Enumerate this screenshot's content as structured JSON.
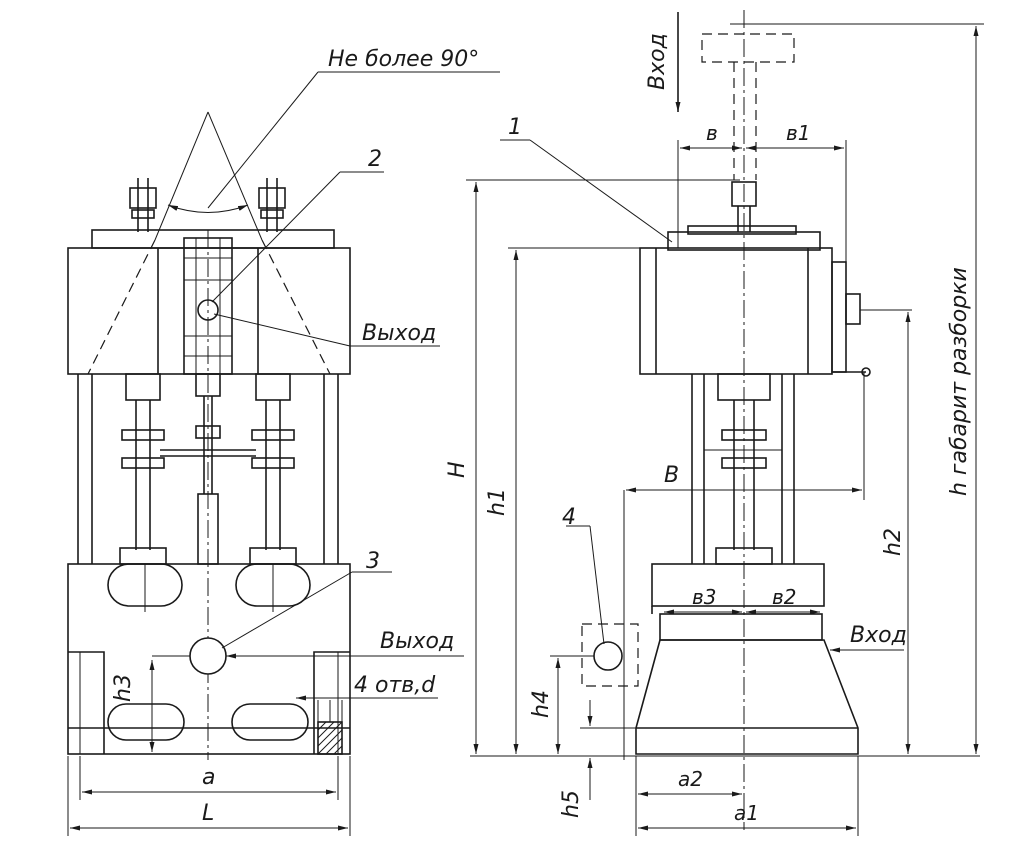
{
  "labels": {
    "angle_note": "Не более 90°",
    "callout_1": "1",
    "callout_2": "2",
    "callout_3": "3",
    "callout_4": "4",
    "outlet_top": "Выход",
    "outlet_side": "Выход",
    "inlet_top": "Вход",
    "inlet_side": "Вход",
    "holes": "4 отв,d",
    "dim_a": "a",
    "dim_L": "L",
    "dim_h3": "h3",
    "dim_H": "H",
    "dim_h1": "h1",
    "dim_h2": "h2",
    "dim_h4": "h4",
    "dim_h5": "h5",
    "dim_B": "B",
    "dim_b": "в",
    "dim_b1": "в1",
    "dim_b2": "в2",
    "dim_b3": "в3",
    "dim_a1": "a1",
    "dim_a2": "a2",
    "dim_h_overall": "h габарит разборки"
  }
}
